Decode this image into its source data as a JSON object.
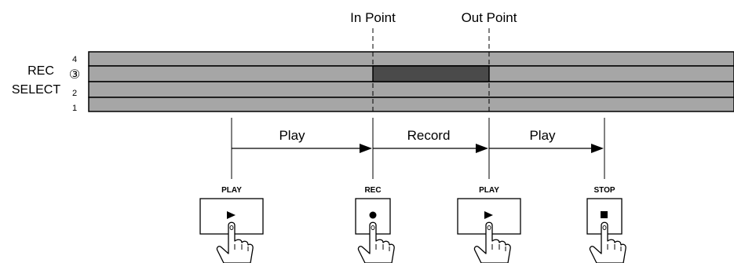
{
  "points": {
    "in_point": "In Point",
    "out_point": "Out Point"
  },
  "rec_select": {
    "label_line1": "REC",
    "label_line2": "SELECT",
    "tracks": [
      "4",
      "③",
      "2",
      "1"
    ],
    "selected_track": "3"
  },
  "segments": [
    {
      "label": "Play"
    },
    {
      "label": "Record"
    },
    {
      "label": "Play"
    }
  ],
  "buttons": [
    {
      "label": "PLAY",
      "symbol": "play-icon"
    },
    {
      "label": "REC",
      "symbol": "record-icon"
    },
    {
      "label": "PLAY",
      "symbol": "play-icon"
    },
    {
      "label": "STOP",
      "symbol": "stop-icon"
    }
  ],
  "colors": {
    "track_fill": "#a6a6a6",
    "recorded_region": "#4a4a4a",
    "line": "#000000",
    "background": "#ffffff"
  }
}
